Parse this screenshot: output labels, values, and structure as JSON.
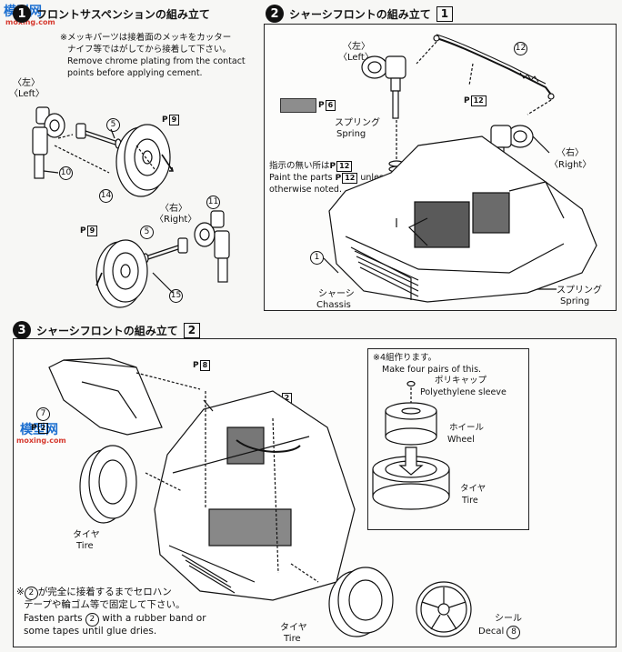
{
  "watermark": {
    "logo": "模型网",
    "url": "moxing.com"
  },
  "step1": {
    "num": "1",
    "title": "フロントサスペンションの組み立て",
    "note_jp_1": "※メッキパーツは接着面のメッキをカッター",
    "note_jp_2": "ナイフ等ではがしてから接着して下さい。",
    "note_en_1": "Remove chrome plating from the contact",
    "note_en_2": "points before applying cement.",
    "left_jp": "〈左〉",
    "left_en": "〈Left〉",
    "right_jp": "〈右〉",
    "right_en": "〈Right〉",
    "parts": [
      "5",
      "10",
      "14",
      "11",
      "5",
      "15"
    ],
    "p_label": "P",
    "p_nums": [
      "9",
      "9"
    ]
  },
  "step2": {
    "num": "2",
    "title": "シャーシフロントの組み立て",
    "box": "1",
    "left_jp": "〈左〉",
    "left_en": "〈Left〉",
    "right_jp": "〈右〉",
    "right_en": "〈Right〉",
    "part_12": "12",
    "part_1": "1",
    "p_label": "P",
    "p_nums": [
      "12",
      "6",
      "12",
      "12"
    ],
    "spring_jp": "スプリング",
    "spring_en": "Spring",
    "spring2_jp": "スプリング",
    "spring2_en": "Spring",
    "paint_jp": "指示の無い所は",
    "paint_en_1": "Paint the parts",
    "paint_en_2": "unless",
    "paint_en_3": "otherwise noted.",
    "chassis_jp": "シャーシ",
    "chassis_en": "Chassis"
  },
  "step3": {
    "num": "3",
    "title": "シャーシフロントの組み立て",
    "box": "2",
    "p_label": "P",
    "p_nums": [
      "8",
      "2",
      "2",
      "8"
    ],
    "part_7": "7",
    "part_2": "2",
    "make_jp": "※4組作ります。",
    "make_en": "Make four pairs of this.",
    "poly_jp": "ポリキャップ",
    "poly_en": "Polyethylene sleeve",
    "wheel_jp": "ホイール",
    "wheel_en": "Wheel",
    "tire_jp": "タイヤ",
    "tire_en": "Tire",
    "tire_left_jp": "タイヤ",
    "tire_left_en": "Tire",
    "tire_bottom_jp": "タイヤ",
    "tire_bottom_en": "Tire",
    "decal_jp": "シール",
    "decal_en": "Decal",
    "decal_num": "8",
    "fasten_jp_1": "※",
    "fasten_jp_2": "が完全に接着するまでセロハン",
    "fasten_jp_3": "テープや輪ゴム等で固定して下さい。",
    "fasten_en_1": "Fasten parts",
    "fasten_en_2": "with a rubber band or",
    "fasten_en_3": "some tapes until glue dries.",
    "fasten_part": "2"
  }
}
